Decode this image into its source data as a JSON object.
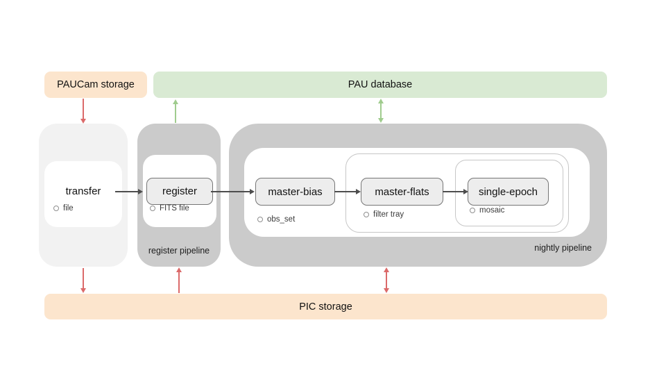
{
  "palette": {
    "storage_fill": "#fce5cd",
    "database_fill": "#d9ead3",
    "pipeline_container_fill": "#cbcbcb",
    "transfer_container_fill": "#f2f2f2",
    "node_fill": "#ededed",
    "node_border": "#757575",
    "red_arrow": "#db6a6a",
    "green_arrow": "#a0cc8e",
    "flow_arrow": "#4d4d4d"
  },
  "icons": {
    "artifact_icon": "circle-outline-icon"
  },
  "nodes": {
    "paucam_storage": "PAUCam storage",
    "pau_database": "PAU database",
    "pic_storage": "PIC storage",
    "transfer": {
      "label": "transfer",
      "artifact": "file"
    },
    "register": {
      "label": "register",
      "artifact": "FITS file",
      "pipeline_label": "register pipeline"
    },
    "nightly": {
      "pipeline_label": "nightly pipeline",
      "stages": [
        {
          "label": "master-bias",
          "artifact": "obs_set"
        },
        {
          "label": "master-flats",
          "artifact": "filter tray"
        },
        {
          "label": "single-epoch",
          "artifact": "mosaic"
        }
      ]
    }
  }
}
